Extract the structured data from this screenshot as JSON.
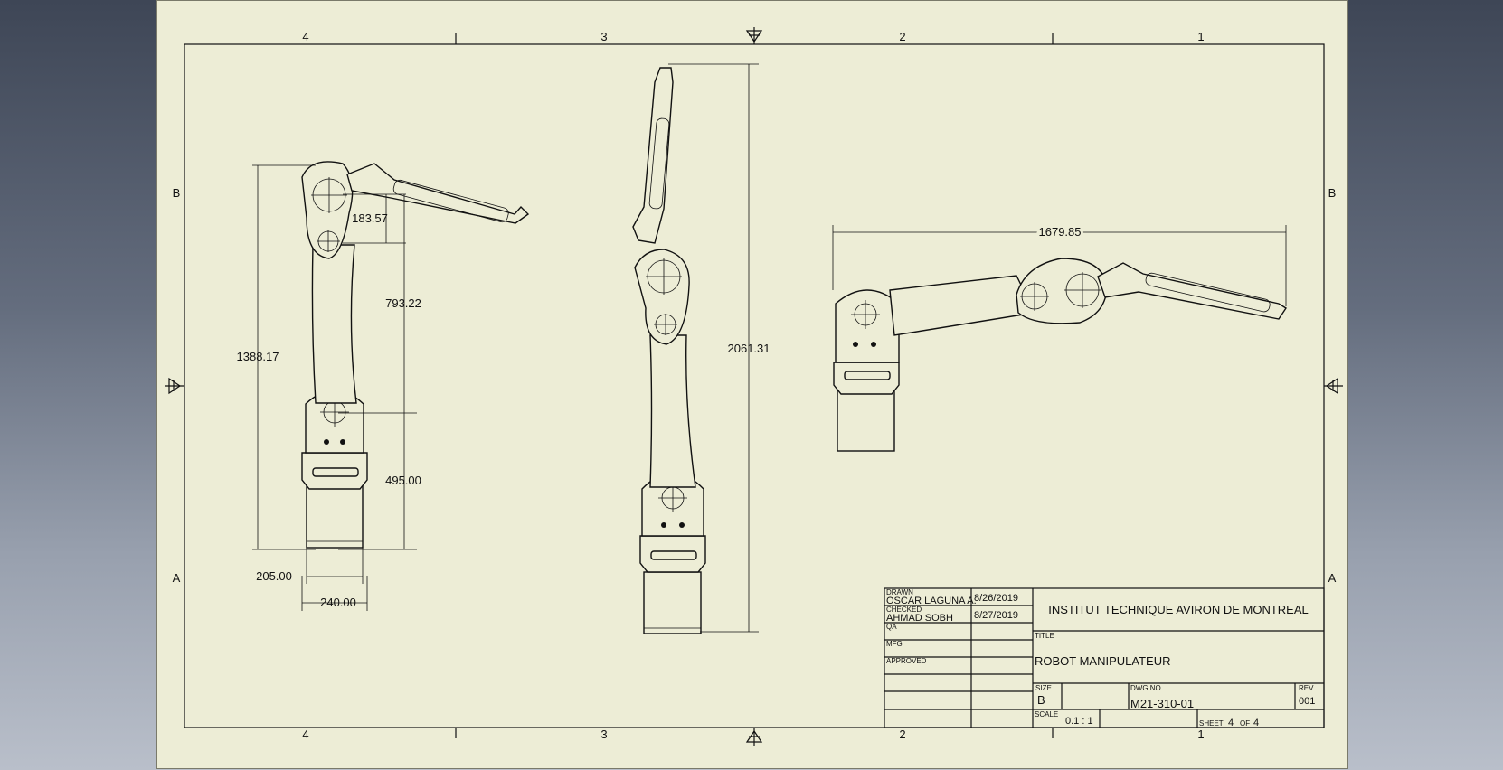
{
  "zones": {
    "columns_top": [
      "4",
      "3",
      "2",
      "1"
    ],
    "columns_bottom": [
      "4",
      "3",
      "2",
      "1"
    ],
    "rows_left": [
      "B",
      "A"
    ],
    "rows_right": [
      "B",
      "A"
    ]
  },
  "dimensions": {
    "side_183": "183.57",
    "side_793": "793.22",
    "side_1388": "1388.17",
    "side_495": "495.00",
    "side_205": "205.00",
    "side_240": "240.00",
    "front_2061": "2061.31",
    "top_1679": "1679.85"
  },
  "title_block": {
    "drawn_label": "DRAWN",
    "drawn_name": "OSCAR LAGUNA A.",
    "drawn_date": "8/26/2019",
    "checked_label": "CHECKED",
    "checked_name": "AHMAD SOBH",
    "checked_date": "8/27/2019",
    "qa_label": "QA",
    "mfg_label": "MFG",
    "approved_label": "APPROVED",
    "company": "INSTITUT TECHNIQUE AVIRON DE MONTREAL",
    "title_label": "TITLE",
    "title": "ROBOT MANIPULATEUR",
    "size_label": "SIZE",
    "size": "B",
    "dwg_no_label": "DWG NO",
    "dwg_no": "M21-310-01",
    "rev_label": "REV",
    "rev": "001",
    "scale_label": "SCALE",
    "scale": "0.1 : 1",
    "sheet_label": "SHEET",
    "sheet_num": "4",
    "of_label": "OF",
    "sheet_total": "4"
  }
}
